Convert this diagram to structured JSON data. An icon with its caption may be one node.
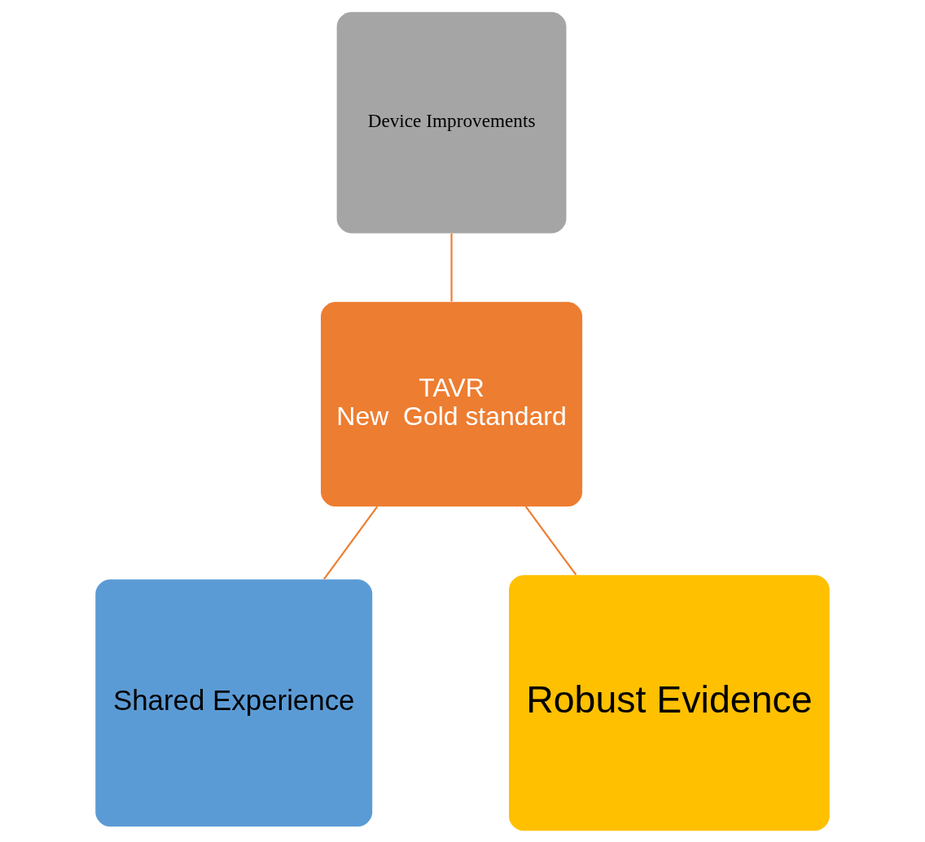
{
  "diagram": {
    "nodes": [
      {
        "text": [
          "Device Improvements"
        ]
      },
      {
        "text": [
          "TAVR",
          "New  Gold standard"
        ]
      },
      {
        "text": [
          "Shared Experience"
        ]
      },
      {
        "text": [
          "Robust Evidence"
        ]
      }
    ],
    "edges": [
      {
        "from": 0,
        "to": 1,
        "arrow": "none"
      },
      {
        "from": 1,
        "to": 2,
        "arrow": "none"
      },
      {
        "from": 1,
        "to": 3,
        "arrow": "none"
      }
    ]
  }
}
